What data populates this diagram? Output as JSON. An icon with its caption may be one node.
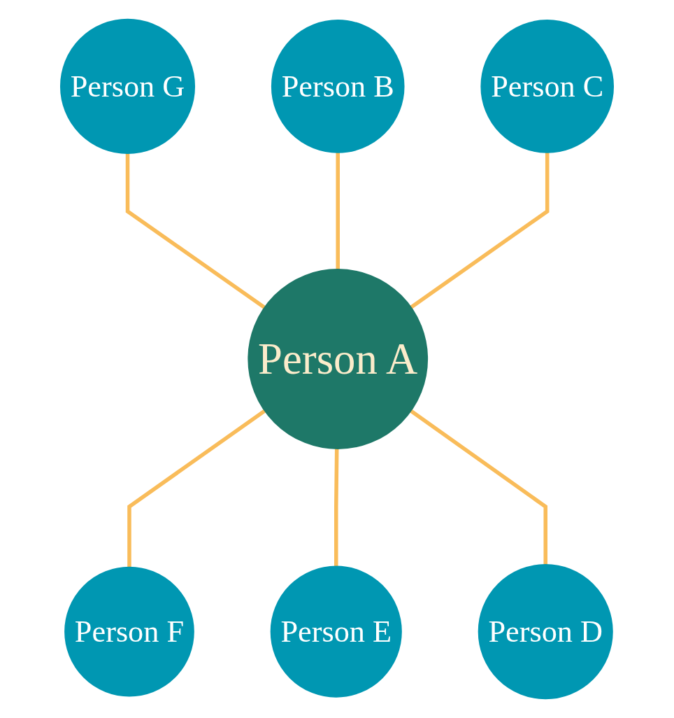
{
  "diagram": {
    "nodes": [
      {
        "text": [
          "Person A"
        ]
      },
      {
        "text": [
          "Person B"
        ]
      },
      {
        "text": [
          "Person C"
        ]
      },
      {
        "text": [
          "Person D"
        ]
      },
      {
        "text": [
          "Person E"
        ]
      },
      {
        "text": [
          "Person F"
        ]
      },
      {
        "text": [
          "Person G"
        ]
      }
    ],
    "edges": [
      {
        "from": 6,
        "to": 0,
        "arrow": "none"
      },
      {
        "from": 1,
        "to": 0,
        "arrow": "none"
      },
      {
        "from": 2,
        "to": 0,
        "arrow": "none"
      },
      {
        "from": 0,
        "to": 5,
        "arrow": "none"
      },
      {
        "from": 0,
        "to": 4,
        "arrow": "none"
      },
      {
        "from": 0,
        "to": 3,
        "arrow": "none"
      }
    ]
  }
}
